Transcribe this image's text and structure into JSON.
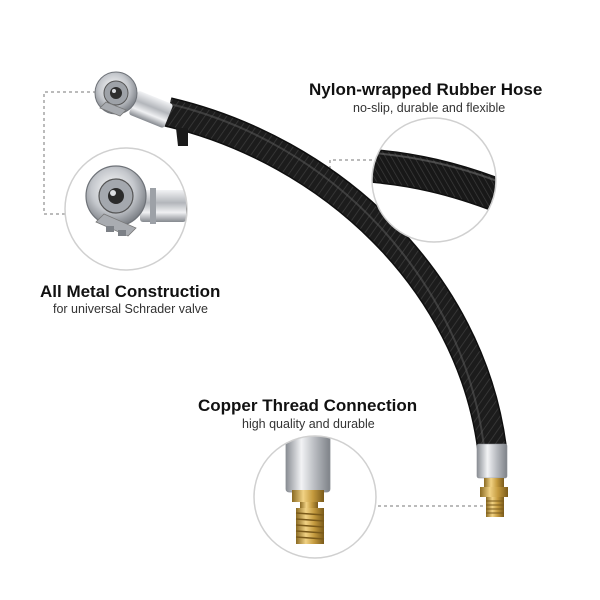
{
  "features": {
    "hose": {
      "title": "Nylon-wrapped Rubber Hose",
      "subtitle": "no-slip, durable and flexible"
    },
    "metal": {
      "title": "All Metal Construction",
      "subtitle": "for universal Schrader valve"
    },
    "copper": {
      "title": "Copper Thread Connection",
      "subtitle": "high quality and durable"
    }
  },
  "colors": {
    "hose": "#1a1a1a",
    "chrome": "#c9cbd0",
    "brass": "#c8a24a",
    "callout_line": "#777777",
    "zoom_circle": "#d0d0d0"
  }
}
